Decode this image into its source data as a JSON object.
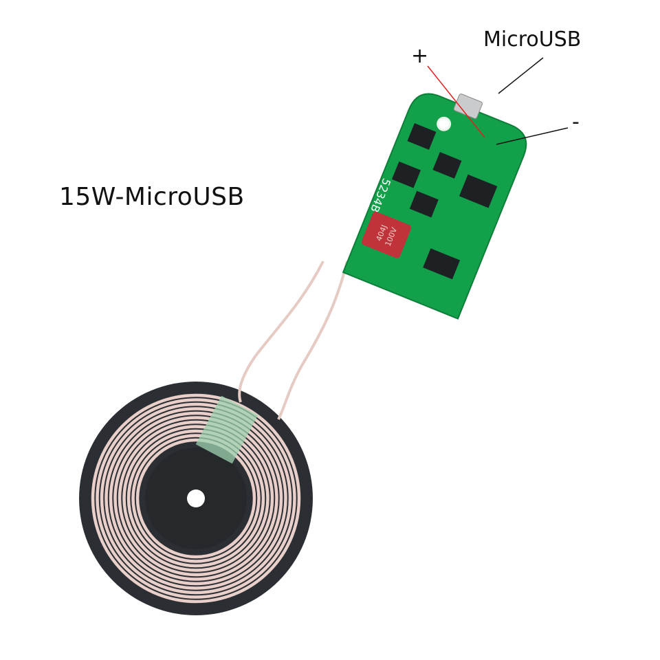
{
  "labels": {
    "title": "15W-MicroUSB",
    "microusb": "MicroUSB",
    "plus": "+",
    "minus": "-"
  },
  "board": {
    "silkscreen": "5234B",
    "capacitor_text": [
      "404J",
      "100V"
    ]
  },
  "colors": {
    "pcb": "#12a04a",
    "capacitor": "#c0333a",
    "coil_wire": "#e9cfc9",
    "coil_base": "#2b2f33",
    "plus_line": "#e02020",
    "pointer_line": "#111111"
  }
}
